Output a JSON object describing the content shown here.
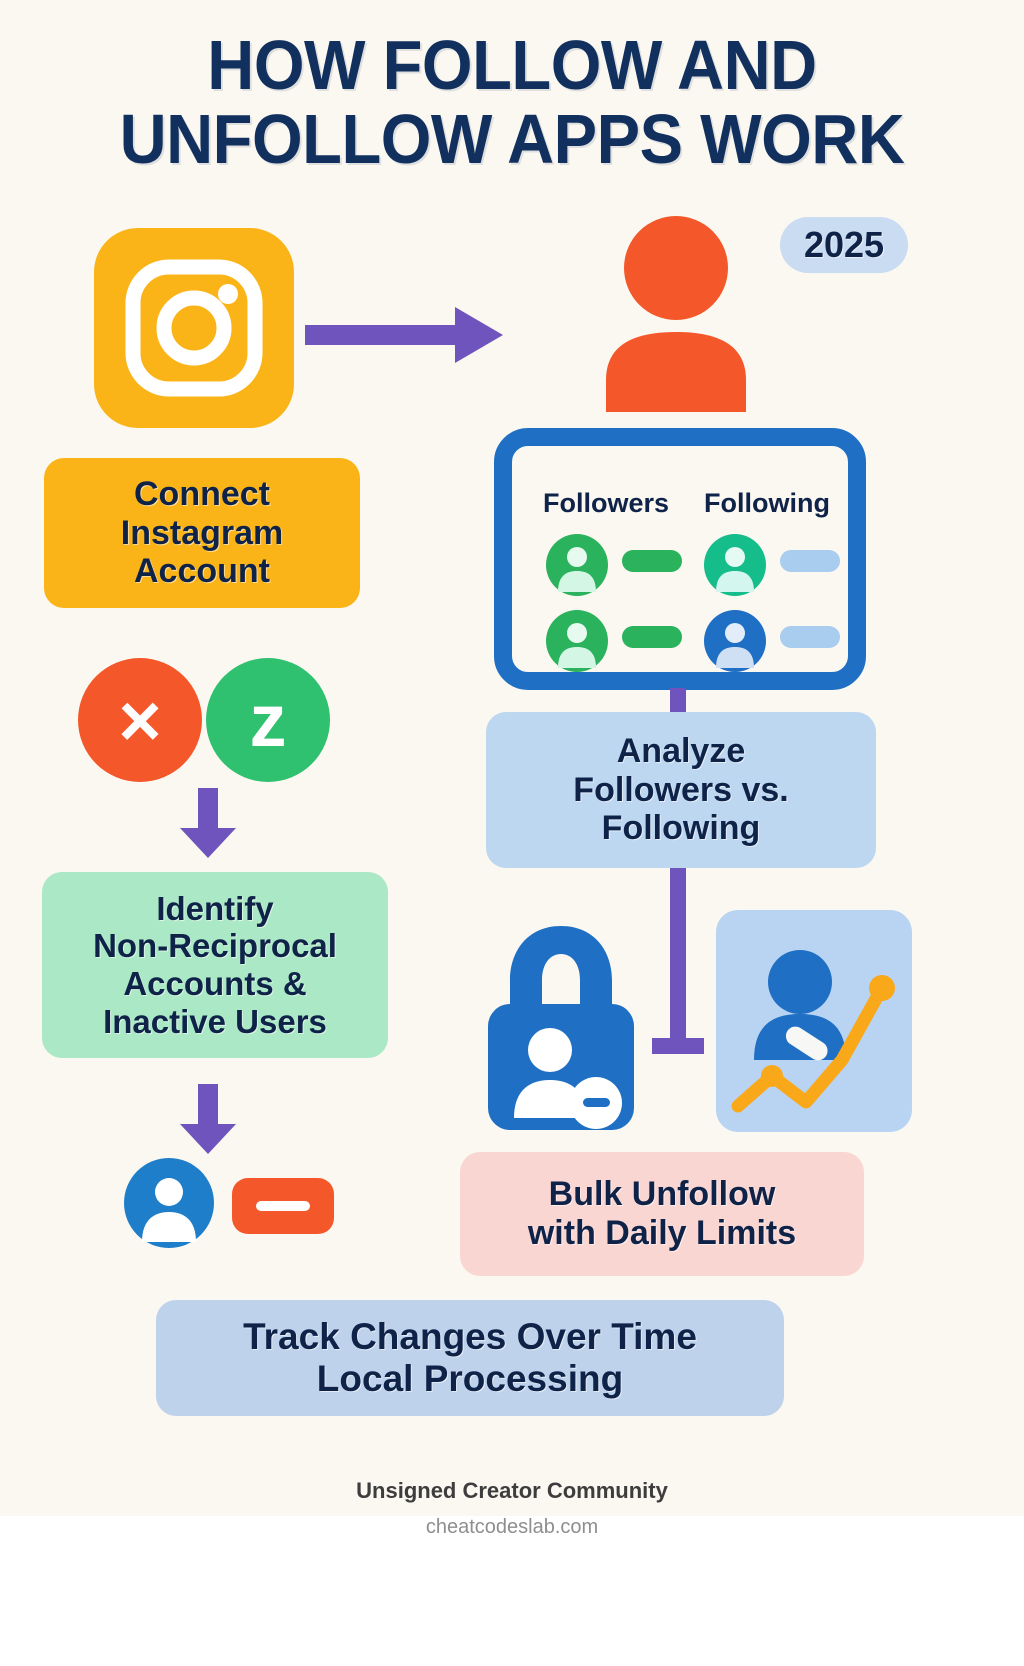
{
  "title": {
    "line1": "HOW FOLLOW AND",
    "line2": "UNFOLLOW APPS WORK",
    "color": "#11305e"
  },
  "badge": {
    "year": "2025",
    "bg": "#c9dcf2"
  },
  "icons": {
    "instagram": "instagram-icon",
    "person_orange": "person-icon",
    "arrow_right": "arrow-right-icon",
    "arrow_down": "arrow-down-icon",
    "lock": "lock-person-minus-icon",
    "growth_chart": "growth-chart-icon",
    "avatar_blue": "avatar-icon",
    "minus": "minus-icon",
    "cross": "x-mark-icon",
    "sleep": "inactive-z-icon"
  },
  "steps": {
    "connect": "Connect\nInstagram\nAccount",
    "connect_lines": [
      "Connect",
      "Instagram",
      "Account"
    ],
    "analyze_lines": [
      "Analyze",
      "Followers vs.",
      "Following"
    ],
    "identify_lines": [
      "Identify",
      "Non-Reciprocal",
      "Accounts &",
      "Inactive Users"
    ],
    "bulk_lines": [
      "Bulk Unfollow",
      "with Daily Limits"
    ],
    "track_lines": [
      "Track Changes Over Time",
      "Local Processing"
    ]
  },
  "panel": {
    "col_followers": "Followers",
    "col_following": "Following",
    "rows": [
      {
        "follower_avatar": "#2ab25c",
        "follower_bar": "#2ab25c",
        "following_avatar": "#14bd8a",
        "following_bar": "#a8cdee"
      },
      {
        "follower_avatar": "#2ab25c",
        "follower_bar": "#2ab25c",
        "following_avatar": "#1f6fc4",
        "following_bar": "#a8cdee"
      }
    ],
    "border_color": "#1f6fc4"
  },
  "marks": {
    "x_symbol": "×",
    "z_symbol": "z"
  },
  "colors": {
    "background": "#fbf8f1",
    "yellow": "#fbb418",
    "orange": "#f4582a",
    "green": "#2fc070",
    "mint": "#abe8c5",
    "blue": "#1f6fc4",
    "light_blue": "#bed7f1",
    "pink": "#fad6d2",
    "purple": "#6f54bd",
    "navy_text": "#0f2348",
    "chart_orange": "#f9a81a"
  },
  "footer": {
    "brand": "Unsigned Creator Community",
    "url": "cheatcodeslab.com"
  }
}
